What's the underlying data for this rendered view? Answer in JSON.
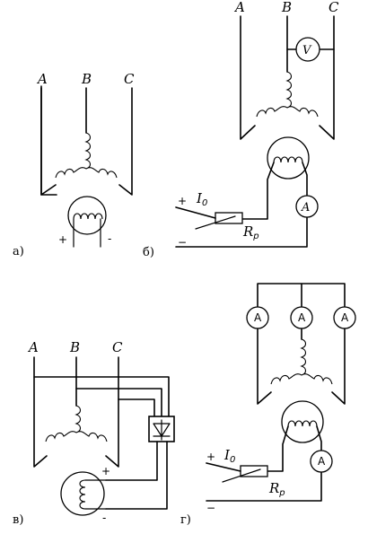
{
  "captions": {
    "a": "а)",
    "b": "б)",
    "v": "в)",
    "g": "г)"
  },
  "phases": {
    "A": "A",
    "B": "B",
    "C": "C"
  },
  "meters": {
    "voltmeter": "V",
    "ammeter_italic": "A",
    "ammeter": "A"
  },
  "signs": {
    "plus": "+",
    "minus": "-",
    "minus_long": "−"
  },
  "labels": {
    "current_main": "I",
    "current_sub": "0",
    "resistor_main": "R",
    "resistor_sub": "р"
  }
}
